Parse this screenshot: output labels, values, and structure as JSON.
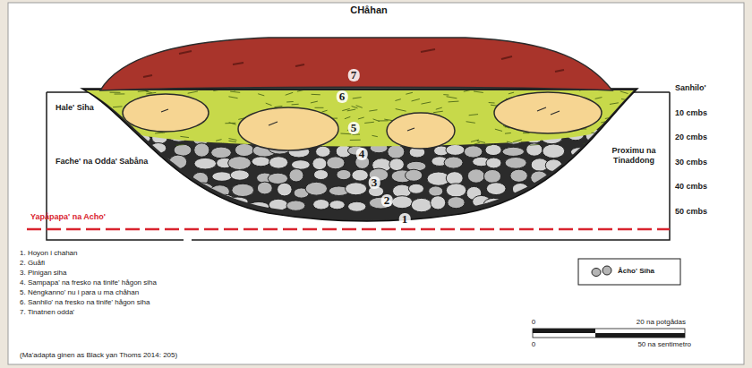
{
  "diagram": {
    "title": "CHåhan",
    "caption": "(Ma'adapta ginen as Black yan Thoms 2014: 205)",
    "labels": [
      "Hale' Siha",
      "Fache' na Odda' Sabåna",
      "Yapåpapa' na Acho'",
      "Proximu na Tinaddong",
      "Sanhilo'",
      "10 cmbs",
      "20 cmbs",
      "30 cmbs",
      "40 cmbs",
      "50 cmbs",
      "7",
      "6",
      "5",
      "4",
      "3",
      "2",
      "1",
      "1. Hoyon i chahan",
      "2. Guåfi",
      "3. Pinigan siha",
      "4. Sampapa' na fresko na tinife' hågon siha",
      "5. Néngkanno' nu i para u ma chåhan",
      "6. Sanhilo' na fresko na tinife' hågon siha",
      "7. Tinatnen odda'",
      "0",
      "20 na potgådas",
      "0",
      "50 na sentimetro"
    ],
    "legend": [
      {
        "text": "Åcho' Siha"
      }
    ]
  }
}
